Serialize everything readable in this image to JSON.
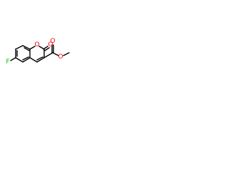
{
  "molecule": {
    "atoms": {
      "fluorine": "F",
      "ring_oxygen": "O",
      "carbonyl_oxygen_lactone": "O",
      "carbonyl_oxygen_ester": "O",
      "ester_oxygen": "O"
    },
    "colors": {
      "fluorine": "#00cc00",
      "oxygen": "#ff0000",
      "bond": "#000000"
    }
  }
}
